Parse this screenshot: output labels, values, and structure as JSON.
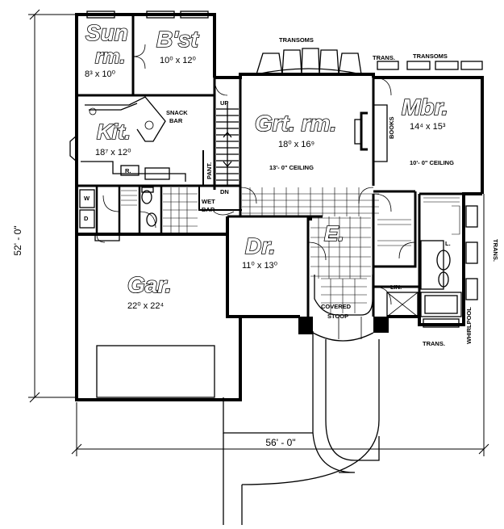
{
  "rooms": {
    "sun": {
      "name_line1": "Sun",
      "name_line2": "rm.",
      "size": "8³ x 10⁰"
    },
    "bist": {
      "name": "B'st",
      "size": "10⁰ x 12⁰"
    },
    "kit": {
      "name": "Kit.",
      "size": "18⁷ x 12⁰"
    },
    "grt": {
      "name": "Grt. rm.",
      "size": "18⁰ x 16⁹",
      "ceiling": "13'- 0\" CEILING"
    },
    "mbr": {
      "name": "Mbr.",
      "size": "14⁴ x 15³",
      "ceiling": "10'- 0\" CEILING"
    },
    "dr": {
      "name": "Dr.",
      "size": "11⁰ x 13⁰"
    },
    "gar": {
      "name": "Gar.",
      "size": "22⁰ x 22⁴"
    },
    "entry": {
      "name": "E."
    }
  },
  "labels": {
    "transoms_top": "TRANSOMS",
    "trans_mbr": "TRANS.",
    "transoms_mbr": "TRANSOMS",
    "snack_bar_1": "SNACK",
    "snack_bar_2": "BAR",
    "up": "UP",
    "dn": "DN",
    "pantry": "PANT.",
    "wet_bar_1": "WET",
    "wet_bar_2": "BAR",
    "books": "BOOKS",
    "washer": "W",
    "dryer": "D",
    "refrigerator": "R.",
    "linen_mbr": "L.",
    "linen": "LIN.",
    "covered_stoop_1": "COVERED",
    "covered_stoop_2": "STOOP",
    "whirlpool": "WHIRLPOOL",
    "trans_bath": "TRANS.",
    "trans_side": "TRANS."
  },
  "dimensions": {
    "depth": "52' - 0\"",
    "width": "56' - 0\""
  }
}
